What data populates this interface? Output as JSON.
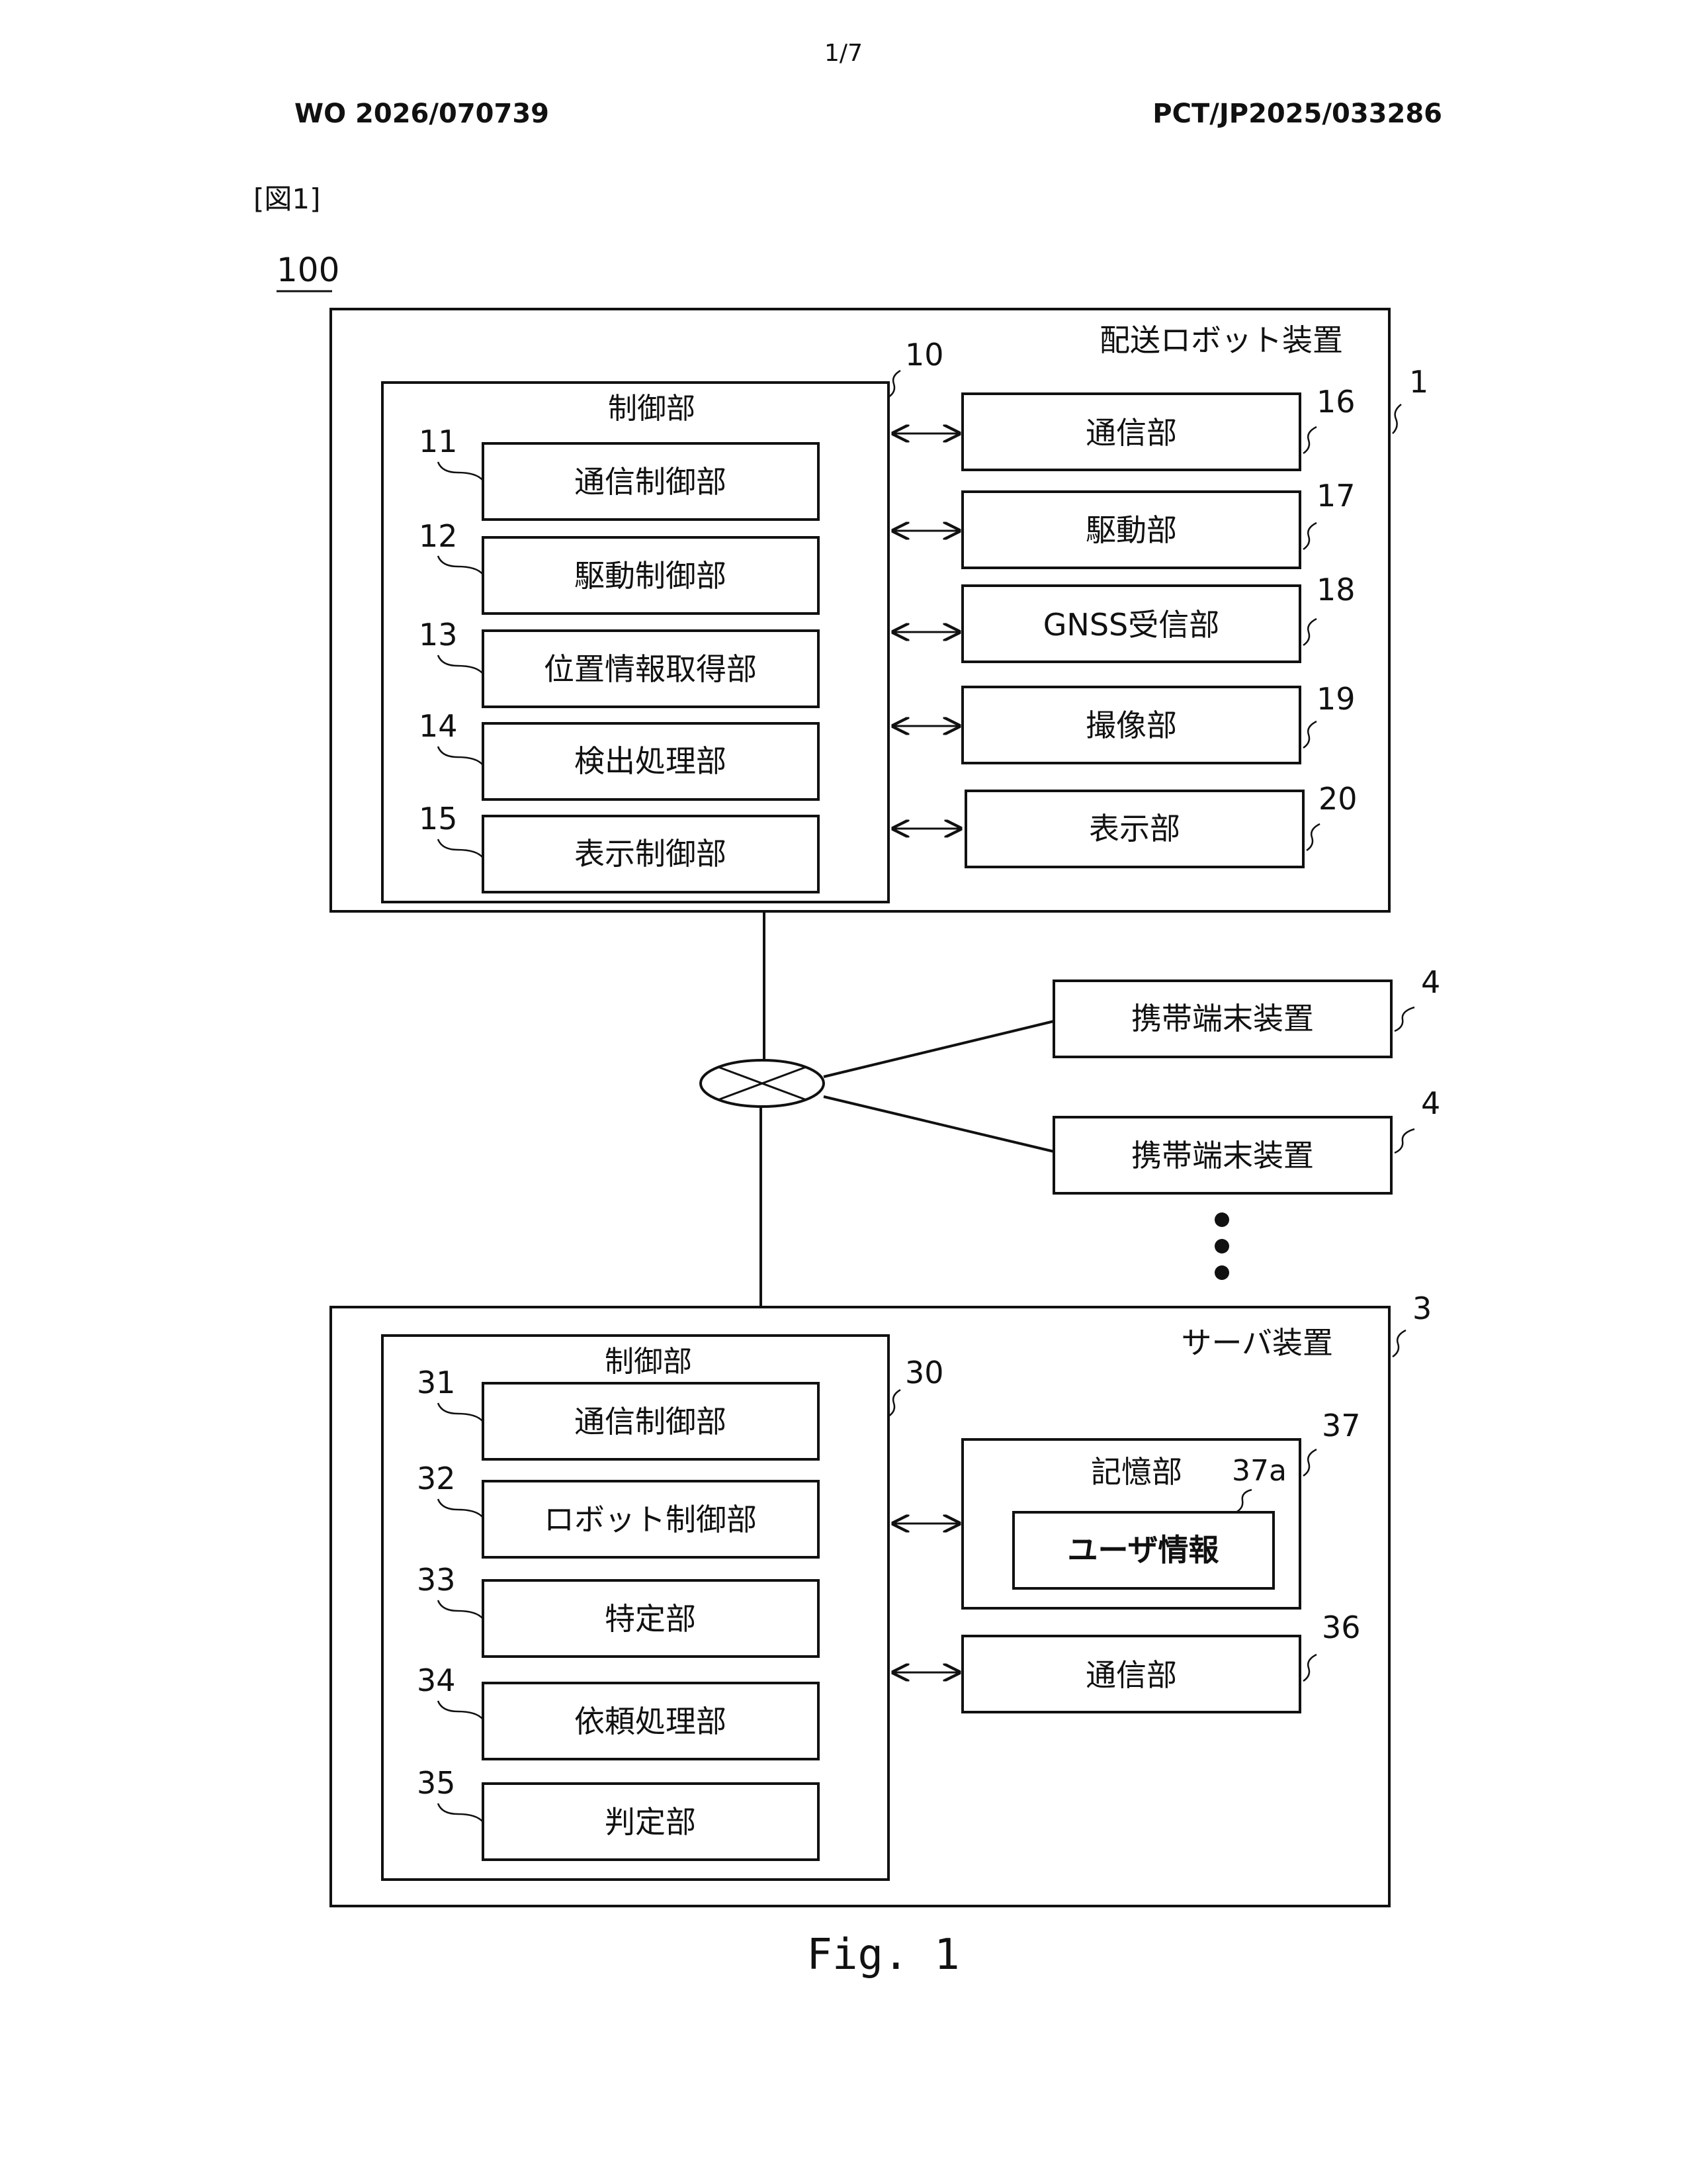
{
  "page": {
    "page_number": "1/7",
    "publication_number": "WO 2026/070739",
    "application_number": "PCT/JP2025/033286",
    "figure_label": "[図1]",
    "caption": "Fig. 1"
  },
  "diagram": {
    "system_ref": "100",
    "robot": {
      "title": "配送ロボット装置",
      "ref": "1",
      "control": {
        "title": "制御部",
        "ref": "10",
        "units": [
          {
            "ref": "11",
            "label": "通信制御部"
          },
          {
            "ref": "12",
            "label": "駆動制御部"
          },
          {
            "ref": "13",
            "label": "位置情報取得部"
          },
          {
            "ref": "14",
            "label": "検出処理部"
          },
          {
            "ref": "15",
            "label": "表示制御部"
          }
        ]
      },
      "peripherals": [
        {
          "ref": "16",
          "label": "通信部"
        },
        {
          "ref": "17",
          "label": "駆動部"
        },
        {
          "ref": "18",
          "label": "GNSS受信部"
        },
        {
          "ref": "19",
          "label": "撮像部"
        },
        {
          "ref": "20",
          "label": "表示部"
        }
      ]
    },
    "terminals": [
      {
        "ref": "4",
        "label": "携帯端末装置"
      },
      {
        "ref": "4",
        "label": "携帯端末装置"
      }
    ],
    "server": {
      "title": "サーバ装置",
      "ref": "3",
      "control": {
        "title": "制御部",
        "ref": "30",
        "units": [
          {
            "ref": "31",
            "label": "通信制御部"
          },
          {
            "ref": "32",
            "label": "ロボット制御部"
          },
          {
            "ref": "33",
            "label": "特定部"
          },
          {
            "ref": "34",
            "label": "依頼処理部"
          },
          {
            "ref": "35",
            "label": "判定部"
          }
        ]
      },
      "storage": {
        "title": "記憶部",
        "ref": "37",
        "item": {
          "ref": "37a",
          "label": "ユーザ情報"
        }
      },
      "comm": {
        "ref": "36",
        "label": "通信部"
      }
    }
  }
}
